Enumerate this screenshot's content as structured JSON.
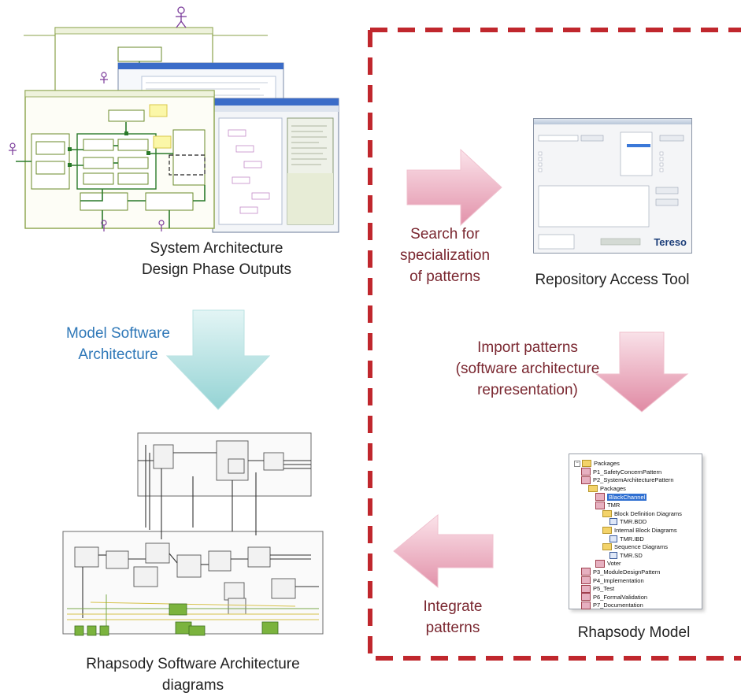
{
  "captions": {
    "system_arch": [
      "System Architecture",
      "Design Phase Outputs"
    ],
    "model_sw": [
      "Model Software",
      "Architecture"
    ],
    "search": [
      "Search for",
      "specialization",
      "of patterns"
    ],
    "repo_tool": "Repository Access Tool",
    "import": [
      "Import patterns",
      "(software architecture",
      "representation)"
    ],
    "integrate": [
      "Integrate",
      "patterns"
    ],
    "rhapsody_model": "Rhapsody Model",
    "rhapsody_sw": [
      "Rhapsody  Software Architecture",
      "diagrams"
    ]
  },
  "tree": {
    "root": "Packages",
    "items": [
      {
        "label": "P1_SafetyConcernPattern",
        "level": 1
      },
      {
        "label": "P2_SystemArchitecturePattern",
        "level": 1
      },
      {
        "label": "Packages",
        "level": 2
      },
      {
        "label": "BlackChannel",
        "level": 3,
        "selected": true
      },
      {
        "label": "TMR",
        "level": 3
      },
      {
        "label": "Block Definition Diagrams",
        "level": 4
      },
      {
        "label": "TMR.BDD",
        "level": 5
      },
      {
        "label": "Internal Block Diagrams",
        "level": 4
      },
      {
        "label": "TMR.IBD",
        "level": 5
      },
      {
        "label": "Sequence Diagrams",
        "level": 4
      },
      {
        "label": "TMR.SD",
        "level": 5
      },
      {
        "label": "Voter",
        "level": 3
      },
      {
        "label": "P3_ModuleDesignPattern",
        "level": 1
      },
      {
        "label": "P4_Implementation",
        "level": 1
      },
      {
        "label": "P5_Test",
        "level": 1
      },
      {
        "label": "P6_FormalValidation",
        "level": 1
      },
      {
        "label": "P7_Documentation",
        "level": 1
      }
    ]
  },
  "repo": {
    "logo": "Tereso"
  },
  "colors": {
    "dash_border": "#c0272d",
    "arrow_pink": "#e7a0b4",
    "arrow_teal": "#a7ddde",
    "caption_blue": "#2f78b8",
    "caption_maroon": "#7a2730"
  }
}
